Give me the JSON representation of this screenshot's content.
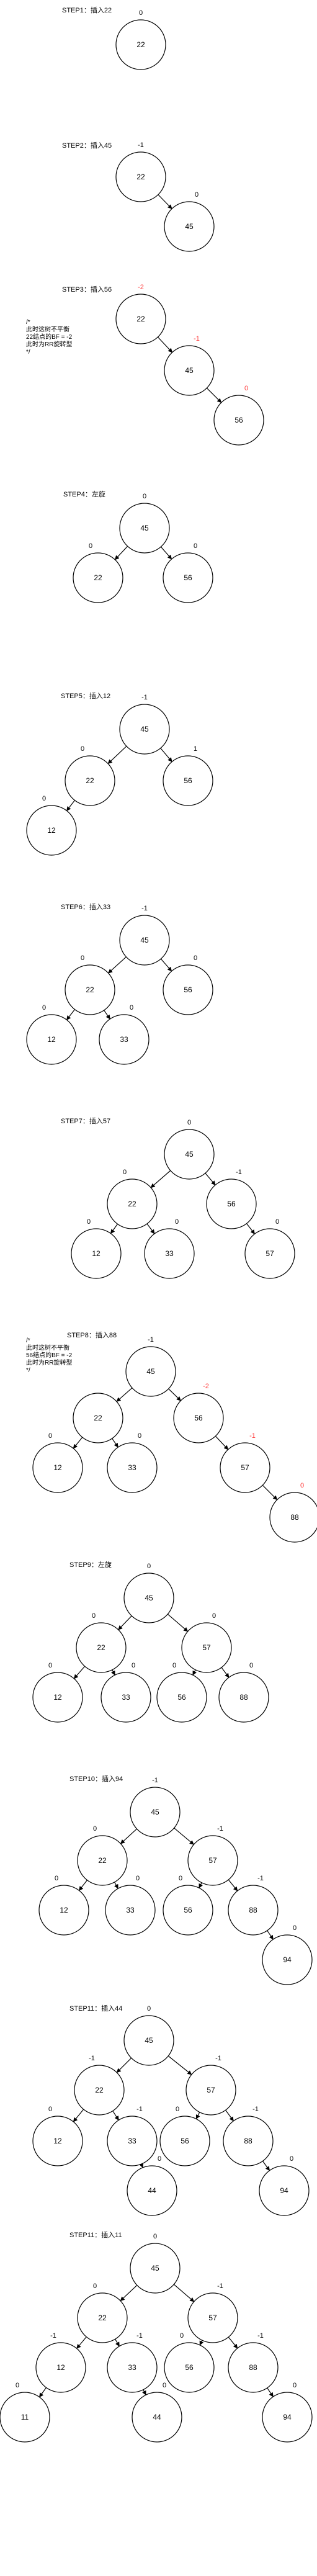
{
  "steps": [
    {
      "title": "STEP1：插入22",
      "nodes": [
        {
          "v": "22",
          "bf": "0"
        }
      ]
    },
    {
      "title": "STEP2：插入45",
      "nodes": [
        {
          "v": "22",
          "bf": "-1"
        },
        {
          "v": "45",
          "bf": "0"
        }
      ],
      "edges": [
        [
          0,
          1
        ]
      ]
    },
    {
      "title": "STEP3：插入56",
      "note": [
        "/*",
        "此时这树不平衡",
        "22结点的BF = -2",
        "此时为RR旋转型",
        "*/"
      ],
      "nodes": [
        {
          "v": "22",
          "bf": "-2",
          "red": true
        },
        {
          "v": "45",
          "bf": "-1",
          "red": true
        },
        {
          "v": "56",
          "bf": "0",
          "red": true
        }
      ],
      "edges": [
        [
          0,
          1
        ],
        [
          1,
          2
        ]
      ]
    },
    {
      "title": "STEP4：左旋",
      "nodes": [
        {
          "v": "45",
          "bf": "0"
        },
        {
          "v": "22",
          "bf": "0"
        },
        {
          "v": "56",
          "bf": "0"
        }
      ],
      "edges": [
        [
          0,
          1
        ],
        [
          0,
          2
        ]
      ]
    },
    {
      "title": "STEP5：插入12",
      "nodes": [
        {
          "v": "45",
          "bf": "-1"
        },
        {
          "v": "22",
          "bf": "0"
        },
        {
          "v": "56",
          "bf": "1"
        },
        {
          "v": "12",
          "bf": "0"
        }
      ],
      "edges": [
        [
          0,
          1
        ],
        [
          0,
          2
        ],
        [
          1,
          3
        ]
      ]
    },
    {
      "title": "STEP6：插入33",
      "nodes": [
        {
          "v": "45",
          "bf": "-1"
        },
        {
          "v": "22",
          "bf": "0"
        },
        {
          "v": "56",
          "bf": "0"
        },
        {
          "v": "12",
          "bf": "0"
        },
        {
          "v": "33",
          "bf": "0"
        }
      ],
      "edges": [
        [
          0,
          1
        ],
        [
          0,
          2
        ],
        [
          1,
          3
        ],
        [
          1,
          4
        ]
      ]
    },
    {
      "title": "STEP7：插入57",
      "nodes": [
        {
          "v": "45",
          "bf": "0"
        },
        {
          "v": "22",
          "bf": "0"
        },
        {
          "v": "56",
          "bf": "-1"
        },
        {
          "v": "12",
          "bf": "0"
        },
        {
          "v": "33",
          "bf": "0"
        },
        {
          "v": "57",
          "bf": "0"
        }
      ],
      "edges": [
        [
          0,
          1
        ],
        [
          0,
          2
        ],
        [
          1,
          3
        ],
        [
          1,
          4
        ],
        [
          2,
          5
        ]
      ]
    },
    {
      "title": "STEP8：插入88",
      "note": [
        "/*",
        "此时这树不平衡",
        "56结点的BF = -2",
        "此时为RR旋转型",
        "*/"
      ],
      "nodes": [
        {
          "v": "45",
          "bf": "-1"
        },
        {
          "v": "22",
          "bf": ""
        },
        {
          "v": "56",
          "bf": "-2",
          "red": true
        },
        {
          "v": "12",
          "bf": "0"
        },
        {
          "v": "33",
          "bf": "0"
        },
        {
          "v": "57",
          "bf": "-1",
          "red": true
        },
        {
          "v": "88",
          "bf": "0",
          "red": true
        }
      ],
      "edges": [
        [
          0,
          1
        ],
        [
          0,
          2
        ],
        [
          1,
          3
        ],
        [
          1,
          4
        ],
        [
          2,
          5
        ],
        [
          5,
          6
        ]
      ]
    },
    {
      "title": "STEP9：左旋",
      "nodes": [
        {
          "v": "45",
          "bf": "0"
        },
        {
          "v": "22",
          "bf": "0"
        },
        {
          "v": "57",
          "bf": "0"
        },
        {
          "v": "12",
          "bf": "0"
        },
        {
          "v": "33",
          "bf": "0"
        },
        {
          "v": "56",
          "bf": "0"
        },
        {
          "v": "88",
          "bf": "0"
        }
      ],
      "edges": [
        [
          0,
          1
        ],
        [
          0,
          2
        ],
        [
          1,
          3
        ],
        [
          1,
          4
        ],
        [
          2,
          5
        ],
        [
          2,
          6
        ]
      ]
    },
    {
      "title": "STEP10：插入94",
      "nodes": [
        {
          "v": "45",
          "bf": "-1"
        },
        {
          "v": "22",
          "bf": "0"
        },
        {
          "v": "57",
          "bf": "-1"
        },
        {
          "v": "12",
          "bf": "0"
        },
        {
          "v": "33",
          "bf": "0"
        },
        {
          "v": "56",
          "bf": "0"
        },
        {
          "v": "88",
          "bf": "-1"
        },
        {
          "v": "94",
          "bf": "0"
        }
      ],
      "edges": [
        [
          0,
          1
        ],
        [
          0,
          2
        ],
        [
          1,
          3
        ],
        [
          1,
          4
        ],
        [
          2,
          5
        ],
        [
          2,
          6
        ],
        [
          6,
          7
        ]
      ]
    },
    {
      "title": "STEP11：插入44",
      "nodes": [
        {
          "v": "45",
          "bf": "0"
        },
        {
          "v": "22",
          "bf": "-1"
        },
        {
          "v": "57",
          "bf": "-1"
        },
        {
          "v": "12",
          "bf": "0"
        },
        {
          "v": "33",
          "bf": "-1"
        },
        {
          "v": "56",
          "bf": "0"
        },
        {
          "v": "88",
          "bf": "-1"
        },
        {
          "v": "44",
          "bf": "0"
        },
        {
          "v": "94",
          "bf": "0"
        }
      ],
      "edges": [
        [
          0,
          1
        ],
        [
          0,
          2
        ],
        [
          1,
          3
        ],
        [
          1,
          4
        ],
        [
          2,
          5
        ],
        [
          2,
          6
        ],
        [
          4,
          7
        ],
        [
          6,
          8
        ]
      ]
    },
    {
      "title": "STEP11：插入11",
      "nodes": [
        {
          "v": "45",
          "bf": "0"
        },
        {
          "v": "22",
          "bf": "0"
        },
        {
          "v": "57",
          "bf": "-1"
        },
        {
          "v": "12",
          "bf": "-1"
        },
        {
          "v": "33",
          "bf": "-1"
        },
        {
          "v": "56",
          "bf": "0"
        },
        {
          "v": "88",
          "bf": "-1"
        },
        {
          "v": "11",
          "bf": "0"
        },
        {
          "v": "44",
          "bf": "0"
        },
        {
          "v": "94",
          "bf": "0"
        }
      ],
      "edges": [
        [
          0,
          1
        ],
        [
          0,
          2
        ],
        [
          1,
          3
        ],
        [
          1,
          4
        ],
        [
          2,
          5
        ],
        [
          2,
          6
        ],
        [
          3,
          7
        ],
        [
          4,
          8
        ],
        [
          6,
          9
        ]
      ]
    }
  ]
}
